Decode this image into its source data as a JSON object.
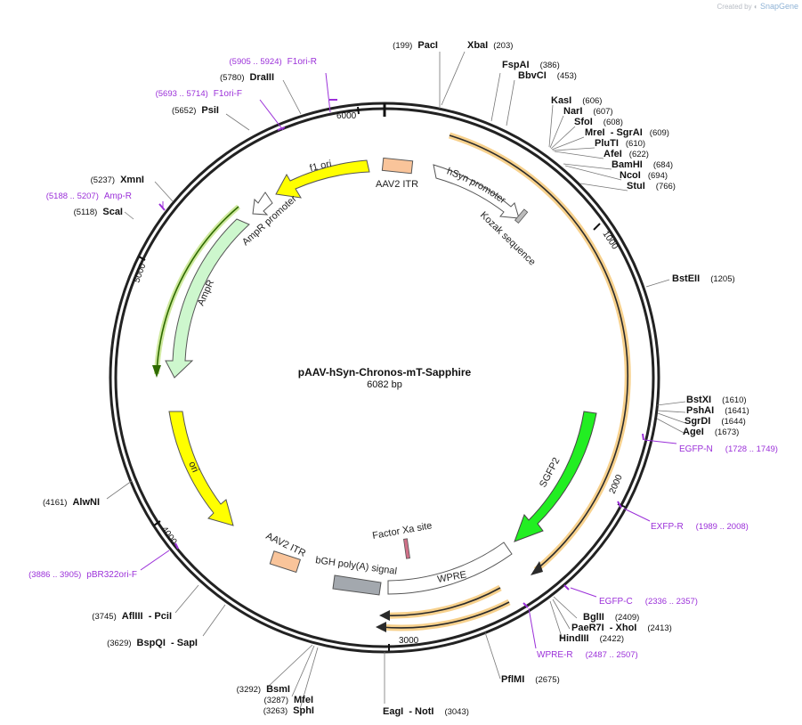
{
  "branding": {
    "prefix": "Created by",
    "name": "SnapGene"
  },
  "plasmid": {
    "name": "pAAV-hSyn-Chronos-mT-Sapphire",
    "length_label": "6082 bp",
    "length": 6082
  },
  "ticks": [
    "1000",
    "2000",
    "3000",
    "4000",
    "5000",
    "6000"
  ],
  "features": [
    {
      "id": "f-orf",
      "label": "",
      "color": "#f6d38f"
    },
    {
      "id": "f-itr1",
      "label": "AAV2 ITR",
      "color": "#f9c49a"
    },
    {
      "id": "f-hsyn",
      "label": "hSyn promoter",
      "color": "#ffffff"
    },
    {
      "id": "f-kozak",
      "label": "Kozak sequence",
      "color": "#bbbbbb"
    },
    {
      "id": "f-sgfp",
      "label": "SGFP2",
      "color": "#22ee22"
    },
    {
      "id": "f-wpre",
      "label": "WPRE",
      "color": "#ffffff"
    },
    {
      "id": "f-fxa",
      "label": "Factor Xa site",
      "color": "#d07088"
    },
    {
      "id": "f-bgh",
      "label": "bGH poly(A) signal",
      "color": "#a3a8ae"
    },
    {
      "id": "f-itr2",
      "label": "AAV2 ITR",
      "color": "#f9c49a"
    },
    {
      "id": "f-ori",
      "label": "ori",
      "color": "#ffff00"
    },
    {
      "id": "f-ampr",
      "label": "AmpR",
      "color": "#cdf7cd"
    },
    {
      "id": "f-amppro",
      "label": "AmpR promoter",
      "color": "#ffffff"
    },
    {
      "id": "f-f1",
      "label": "f1 ori",
      "color": "#ffff00"
    }
  ],
  "sites": [
    {
      "name": "PacI",
      "pos": "(199)"
    },
    {
      "name": "XbaI",
      "pos": "(203)"
    },
    {
      "name": "FspAI",
      "pos": "(386)"
    },
    {
      "name": "BbvCI",
      "pos": "(453)"
    },
    {
      "name": "KasI",
      "pos": "(606)"
    },
    {
      "name": "NarI",
      "pos": "(607)"
    },
    {
      "name": "SfoI",
      "pos": "(608)"
    },
    {
      "name": "MreI  - SgrAI",
      "pos": "(609)"
    },
    {
      "name": "PluTI",
      "pos": "(610)"
    },
    {
      "name": "AfeI",
      "pos": "(622)"
    },
    {
      "name": "BamHI",
      "pos": "(684)"
    },
    {
      "name": "NcoI",
      "pos": "(694)"
    },
    {
      "name": "StuI",
      "pos": "(766)"
    },
    {
      "name": "BstEII",
      "pos": "(1205)"
    },
    {
      "name": "BstXI",
      "pos": "(1610)"
    },
    {
      "name": "PshAI",
      "pos": "(1641)"
    },
    {
      "name": "SgrDI",
      "pos": "(1644)"
    },
    {
      "name": "AgeI",
      "pos": "(1673)"
    },
    {
      "name": "BglII",
      "pos": "(2409)"
    },
    {
      "name": "PaeR7I  - XhoI",
      "pos": "(2413)"
    },
    {
      "name": "HindIII",
      "pos": "(2422)"
    },
    {
      "name": "PflMI",
      "pos": "(2675)"
    },
    {
      "name": "EagI  - NotI",
      "pos": "(3043)"
    },
    {
      "name": "SphI",
      "pos": "(3263)"
    },
    {
      "name": "MfeI",
      "pos": "(3287)"
    },
    {
      "name": "BsmI",
      "pos": "(3292)"
    },
    {
      "name": "BspQI  - SapI",
      "pos": "(3629)"
    },
    {
      "name": "AflIII  - PciI",
      "pos": "(3745)"
    },
    {
      "name": "AlwNI",
      "pos": "(4161)"
    },
    {
      "name": "ScaI",
      "pos": "(5118)"
    },
    {
      "name": "XmnI",
      "pos": "(5237)"
    },
    {
      "name": "PsiI",
      "pos": "(5652)"
    },
    {
      "name": "DraIII",
      "pos": "(5780)"
    }
  ],
  "primers": [
    {
      "name": "F1ori-R",
      "pos": "(5905 .. 5924)"
    },
    {
      "name": "F1ori-F",
      "pos": "(5693 .. 5714)"
    },
    {
      "name": "Amp-R",
      "pos": "(5188 .. 5207)"
    },
    {
      "name": "EGFP-N",
      "pos": "(1728 .. 1749)"
    },
    {
      "name": "EXFP-R",
      "pos": "(1989 .. 2008)"
    },
    {
      "name": "EGFP-C",
      "pos": "(2336 .. 2357)"
    },
    {
      "name": "WPRE-R",
      "pos": "(2487 .. 2507)"
    },
    {
      "name": "pBR322ori-F",
      "pos": "(3886 .. 3905)"
    }
  ],
  "colors": {
    "ring": "#222222",
    "primer": "#9b30d9",
    "leader": "#777777"
  }
}
